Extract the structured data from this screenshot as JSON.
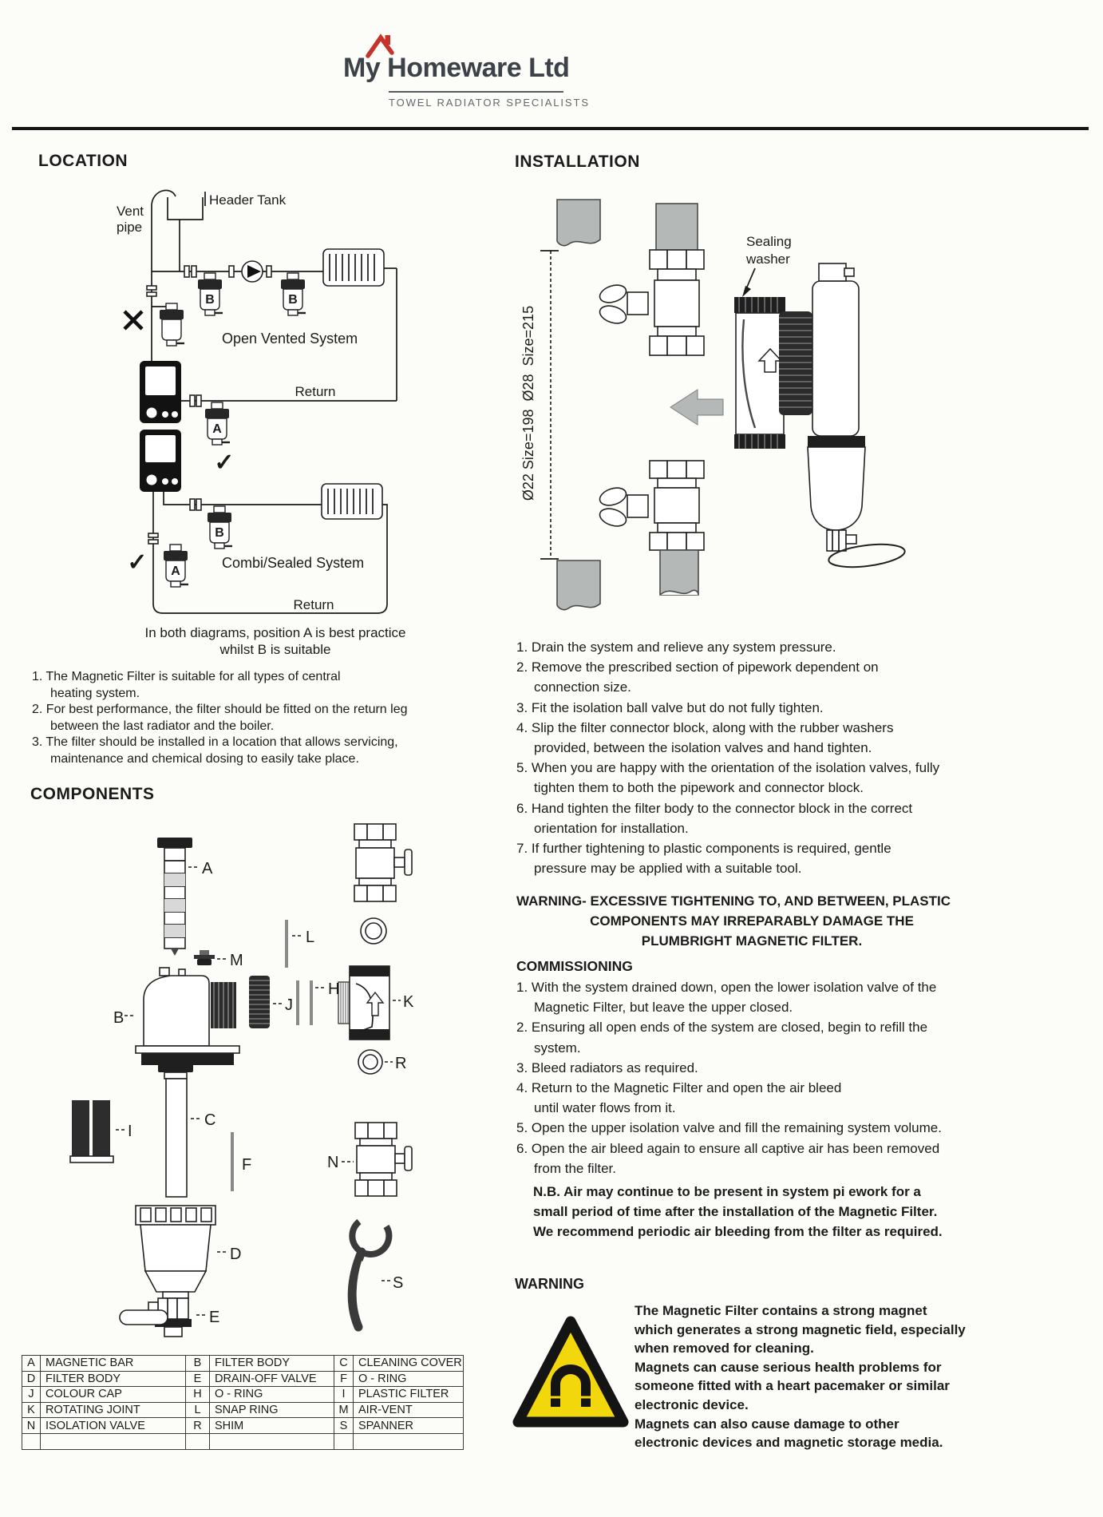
{
  "logo": {
    "name": "My Homeware Ltd",
    "tagline": "TOWEL RADIATOR SPECIALISTS"
  },
  "location": {
    "heading": "LOCATION",
    "diagram": {
      "header_tank": "Header Tank",
      "vent_line1": "Vent",
      "vent_line2": "pipe",
      "open_vented": "Open Vented System",
      "return_top": "Return",
      "combi": "Combi/Sealed System",
      "return_bottom": "Return",
      "label_a": "A",
      "label_b": "B",
      "tick": "✓"
    },
    "caption_line1": "In both diagrams, position A is best practice",
    "caption_line2": "whilst B is suitable",
    "notes": [
      "1. The Magnetic Filter is suitable for all types of central\nheating system.",
      "2. For best performance, the filter should be fitted on the return leg\nbetween the last radiator and the boiler.",
      "3. The filter should be installed in a location that allows servicing,\nmaintenance and chemical dosing to easily take place."
    ]
  },
  "components": {
    "heading": "COMPONENTS",
    "diagram_labels": [
      "A",
      "M",
      "B",
      "L",
      "J",
      "H",
      "K",
      "I",
      "C",
      "F",
      "R",
      "N",
      "D",
      "E",
      "S"
    ],
    "table": {
      "rows": [
        [
          "A",
          "MAGNETIC BAR",
          "B",
          "FILTER BODY",
          "C",
          "CLEANING COVER"
        ],
        [
          "D",
          "FILTER BODY",
          "E",
          "DRAIN-OFF VALVE",
          "F",
          "O - RING"
        ],
        [
          "J",
          "COLOUR CAP",
          "H",
          "O - RING",
          "I",
          "PLASTIC FILTER"
        ],
        [
          "K",
          "ROTATING JOINT",
          "L",
          "SNAP RING",
          "M",
          "AIR-VENT"
        ],
        [
          "N",
          "ISOLATION VALVE",
          "R",
          "SHIM",
          "S",
          "SPANNER"
        ],
        [
          "",
          "",
          "",
          "",
          "",
          ""
        ]
      ]
    }
  },
  "installation": {
    "heading": "INSTALLATION",
    "sealing_line1": "Sealing",
    "sealing_line2": "washer",
    "dimension": "Ø22 Size=198  Ø28  Size=215",
    "steps": [
      "1. Drain the system and relieve any system pressure.",
      "2. Remove the prescribed section of pipework dependent on\nconnection size.",
      "3. Fit the isolation ball valve but do not fully tighten.",
      "4. Slip the filter connector block, along with the rubber washers\nprovided, between the isolation valves and hand tighten.",
      "5. When you are happy with the orientation of the isolation valves, fully\ntighten them to both the pipework and connector block.",
      "6. Hand tighten the filter body to the connector block in the correct\norientation for installation.",
      "7. If further tightening to plastic components is required, gentle\npressure may be applied with a suitable tool."
    ],
    "warning_line1": "WARNING- EXCESSIVE TIGHTENING TO, AND BETWEEN, PLASTIC",
    "warning_line2": "COMPONENTS MAY IRREPARABLY DAMAGE THE",
    "warning_line3": "PLUMBRIGHT MAGNETIC FILTER.",
    "commissioning_heading": "COMMISSIONING",
    "commissioning_steps": [
      "1. With the system drained down, open the lower isolation valve of the\nMagnetic Filter, but leave the upper closed.",
      "2. Ensuring all open ends of the system are closed, begin to refill the\nsystem.",
      "3. Bleed radiators as required.",
      "4. Return to the Magnetic Filter and open the air bleed\nuntil water flows from it.",
      "5. Open the upper isolation valve and fill the remaining system volume.",
      "6. Open the air bleed again to ensure all captive air has been removed\nfrom the filter."
    ],
    "nb_text": "N.B. Air may continue to be present in system pi ework for a\nsmall period of time after the installation of the Magnetic Filter.\nWe recommend periodic air bleeding from the filter as required."
  },
  "warning": {
    "heading": "WARNING",
    "paragraphs": [
      "The Magnetic Filter contains a strong magnet\nwhich generates a strong magnetic field, especially\nwhen removed for cleaning.",
      "Magnets can cause serious health problems for\nsomeone fitted with a heart pacemaker or similar\nelectronic device.",
      "Magnets can also cause damage to other\nelectronic devices and magnetic storage media."
    ]
  },
  "colors": {
    "accent_red": "#c5342b",
    "warning_yellow": "#f2d70c",
    "pipe_gray": "#b4b8b7"
  }
}
